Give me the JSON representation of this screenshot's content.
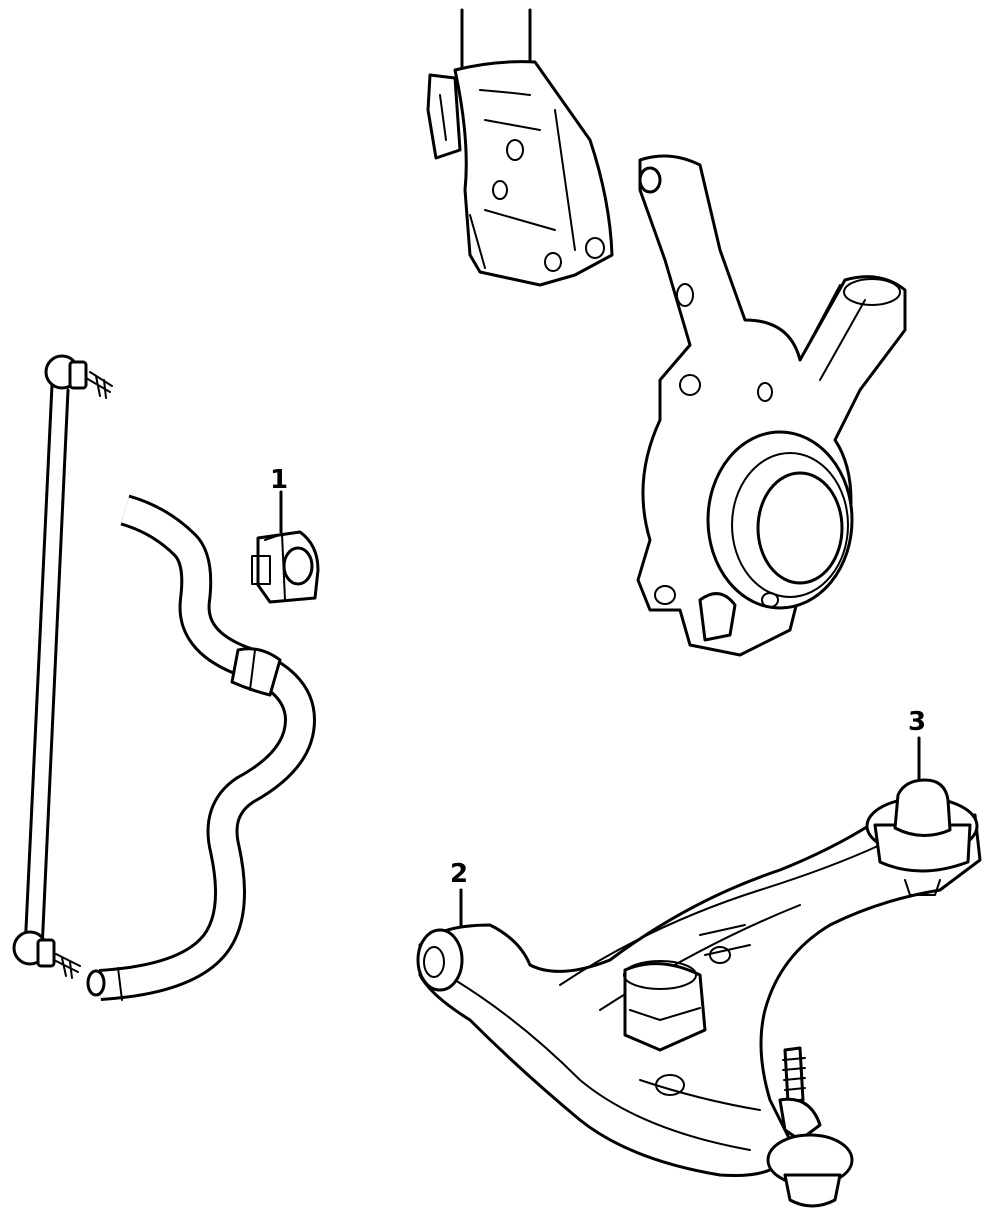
{
  "callouts": [
    {
      "number": "1"
    },
    {
      "number": "2"
    },
    {
      "number": "3"
    }
  ],
  "colors": {
    "line": "#000000",
    "background": "#ffffff"
  }
}
